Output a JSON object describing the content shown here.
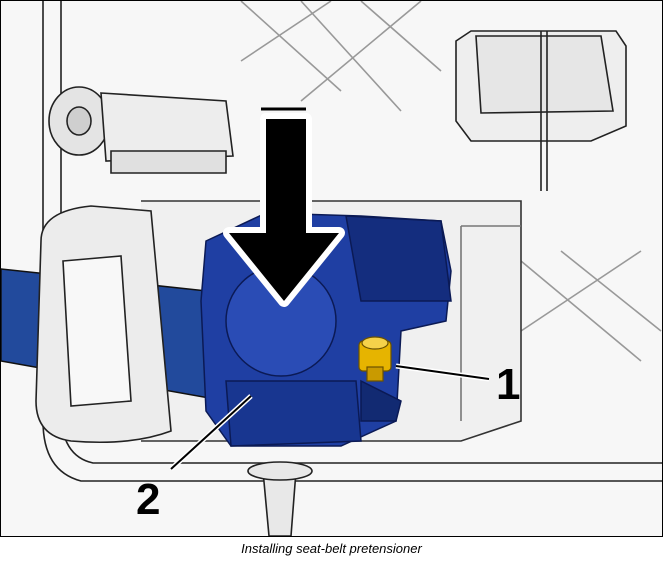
{
  "figure": {
    "callouts": [
      {
        "number": "1"
      },
      {
        "number": "2"
      }
    ],
    "colors": {
      "pretensioner": "#1f3fa3",
      "pretensioner_shade": "#142d7e",
      "belt": "#224a9c",
      "bolt": "#e6b400",
      "housing": "#f2f2f2",
      "outline": "#222222"
    }
  },
  "caption": "Installing seat-belt pretensioner"
}
